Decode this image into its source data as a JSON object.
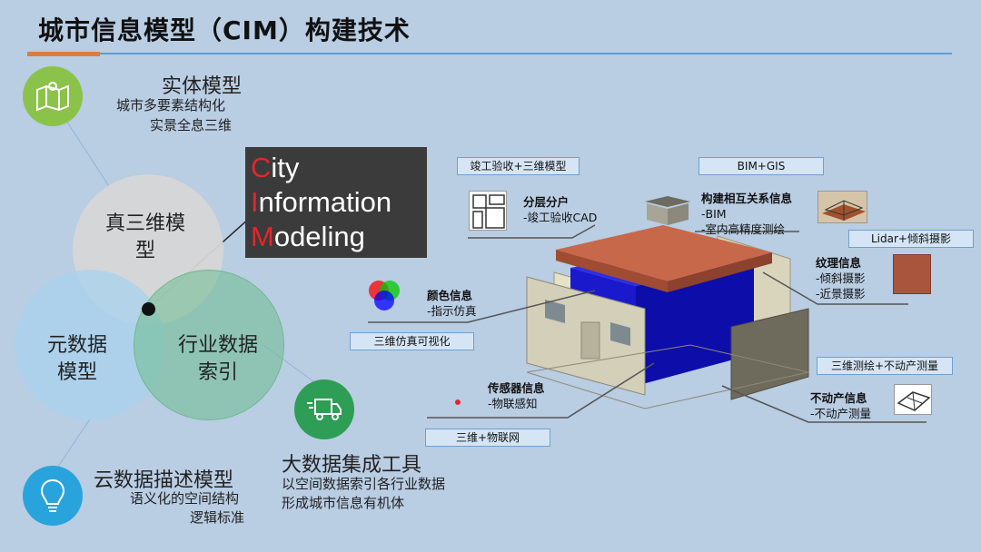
{
  "title": "城市信息模型（CIM）构建技术",
  "cim": {
    "line1_cap": "C",
    "line1_rest": "ity",
    "line2_cap": "I",
    "line2_rest": "nformation",
    "line3_cap": "M",
    "line3_rest": "odeling"
  },
  "venn": {
    "top": "真三维模\n型",
    "left": "元数据\n模型",
    "right": "行业数据\n索引"
  },
  "features": {
    "entity": {
      "title": "实体模型",
      "line1": "城市多要素结构化",
      "line2": "实景全息三维",
      "icon": "map-icon"
    },
    "cloud": {
      "title": "云数据描述模型",
      "line1": "语义化的空间结构",
      "line2": "逻辑标准",
      "icon": "lightbulb-icon"
    },
    "bigdata": {
      "title": "大数据集成工具",
      "line1": "以空间数据索引各行业数据",
      "line2": "形成城市信息有机体",
      "icon": "truck-icon"
    }
  },
  "tags": {
    "completion": "竣工验收+三维模型",
    "bimgis": "BIM+GIS",
    "lidar": "Lidar+倾斜摄影",
    "sim": "三维仿真可视化",
    "survey": "三维测绘+不动产测量",
    "iot": "三维+物联网"
  },
  "labels": {
    "layer": {
      "title": "分层分户",
      "line1": "-竣工验收CAD"
    },
    "relation": {
      "title": "构建相互关系信息",
      "line1": "-BIM",
      "line2": "-室内高精度测绘"
    },
    "texture": {
      "title": "纹理信息",
      "line1": "-倾斜摄影",
      "line2": "-近景摄影"
    },
    "color": {
      "title": "颜色信息",
      "line1": "-指示仿真"
    },
    "sensor": {
      "title": "传感器信息",
      "line1": "-物联感知"
    },
    "estate": {
      "title": "不动产信息",
      "line1": "-不动产测量"
    }
  },
  "colors": {
    "background": "#b9cde3",
    "accent_orange": "#e07b39",
    "rule_blue": "#5b9bd5",
    "cim_red": "#e3262a",
    "icon_green": "#8bc34a",
    "icon_blue": "#29a3dc",
    "icon_darkgreen": "#2e9d55"
  }
}
